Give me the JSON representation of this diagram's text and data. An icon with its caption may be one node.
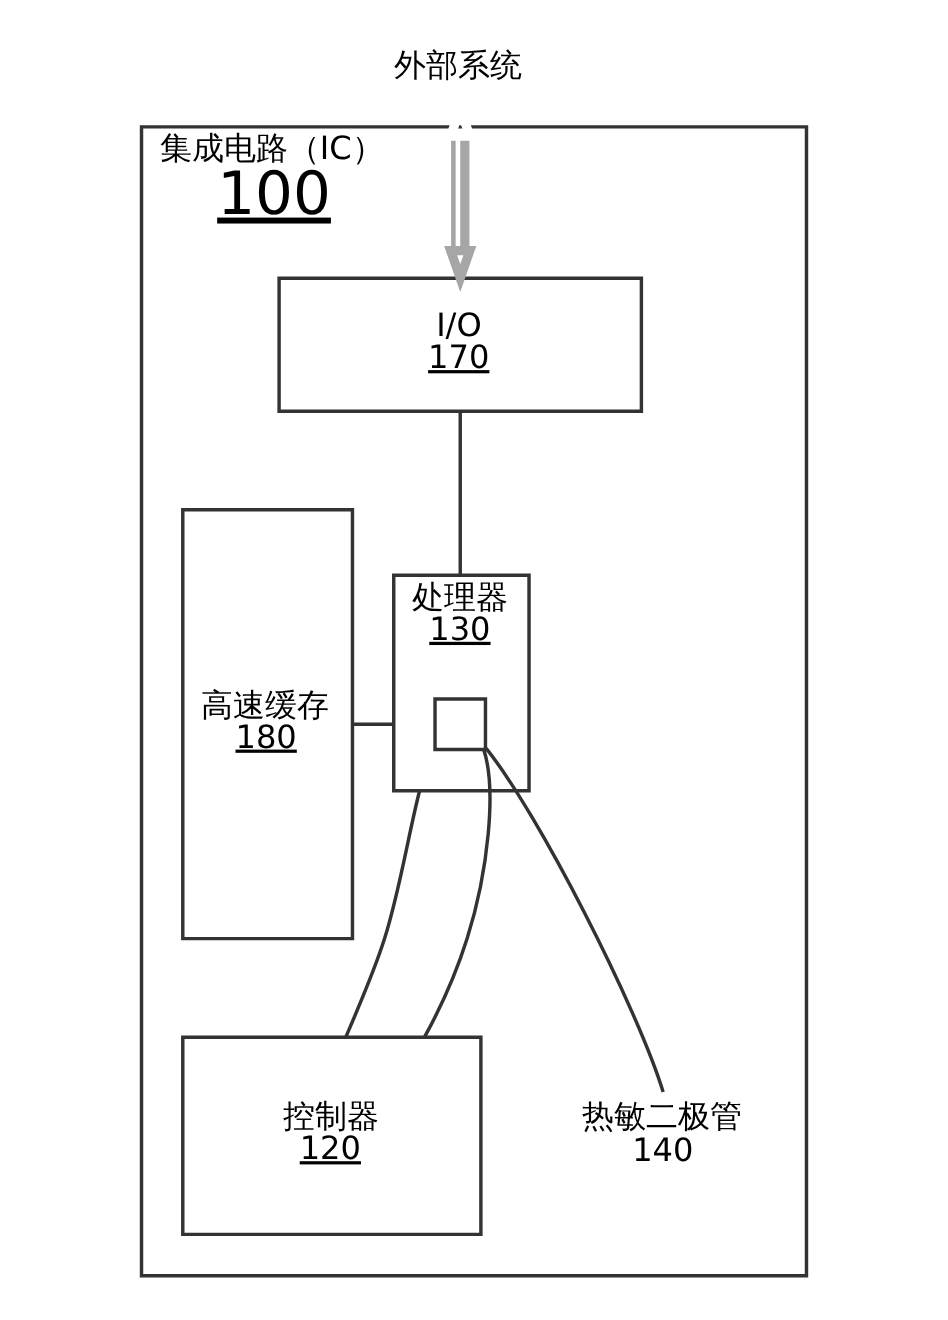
{
  "diagram": {
    "nodes": [
      {
        "text": [
          "集成电路（IC）",
          "100"
        ]
      },
      {
        "text": [
          "I/O",
          "170"
        ],
        "in": 0
      },
      {
        "text": [
          "处理器",
          "130"
        ],
        "in": 0
      },
      {
        "text": [],
        "shape": "box",
        "in": 2
      },
      {
        "text": [
          "控制器",
          "120"
        ],
        "in": 0
      },
      {
        "text": [
          "高速缓存",
          "180"
        ],
        "in": 0
      },
      {
        "text": [
          "外部系统"
        ]
      },
      {
        "text": [
          "热敏二极管",
          "140"
        ],
        "in": 0
      }
    ],
    "edges": [
      {
        "from": 6,
        "to": 1,
        "arrow": "both",
        "style": "thick",
        "color": "#a6a6a6"
      },
      {
        "from": 1,
        "to": 2,
        "arrow": "none"
      },
      {
        "from": 2,
        "to": 5,
        "arrow": "none"
      },
      {
        "from": 2,
        "to": 4,
        "arrow": "none"
      },
      {
        "from": 3,
        "to": 4,
        "arrow": "none"
      },
      {
        "from": 7,
        "to": 3,
        "arrow": "none"
      }
    ]
  }
}
